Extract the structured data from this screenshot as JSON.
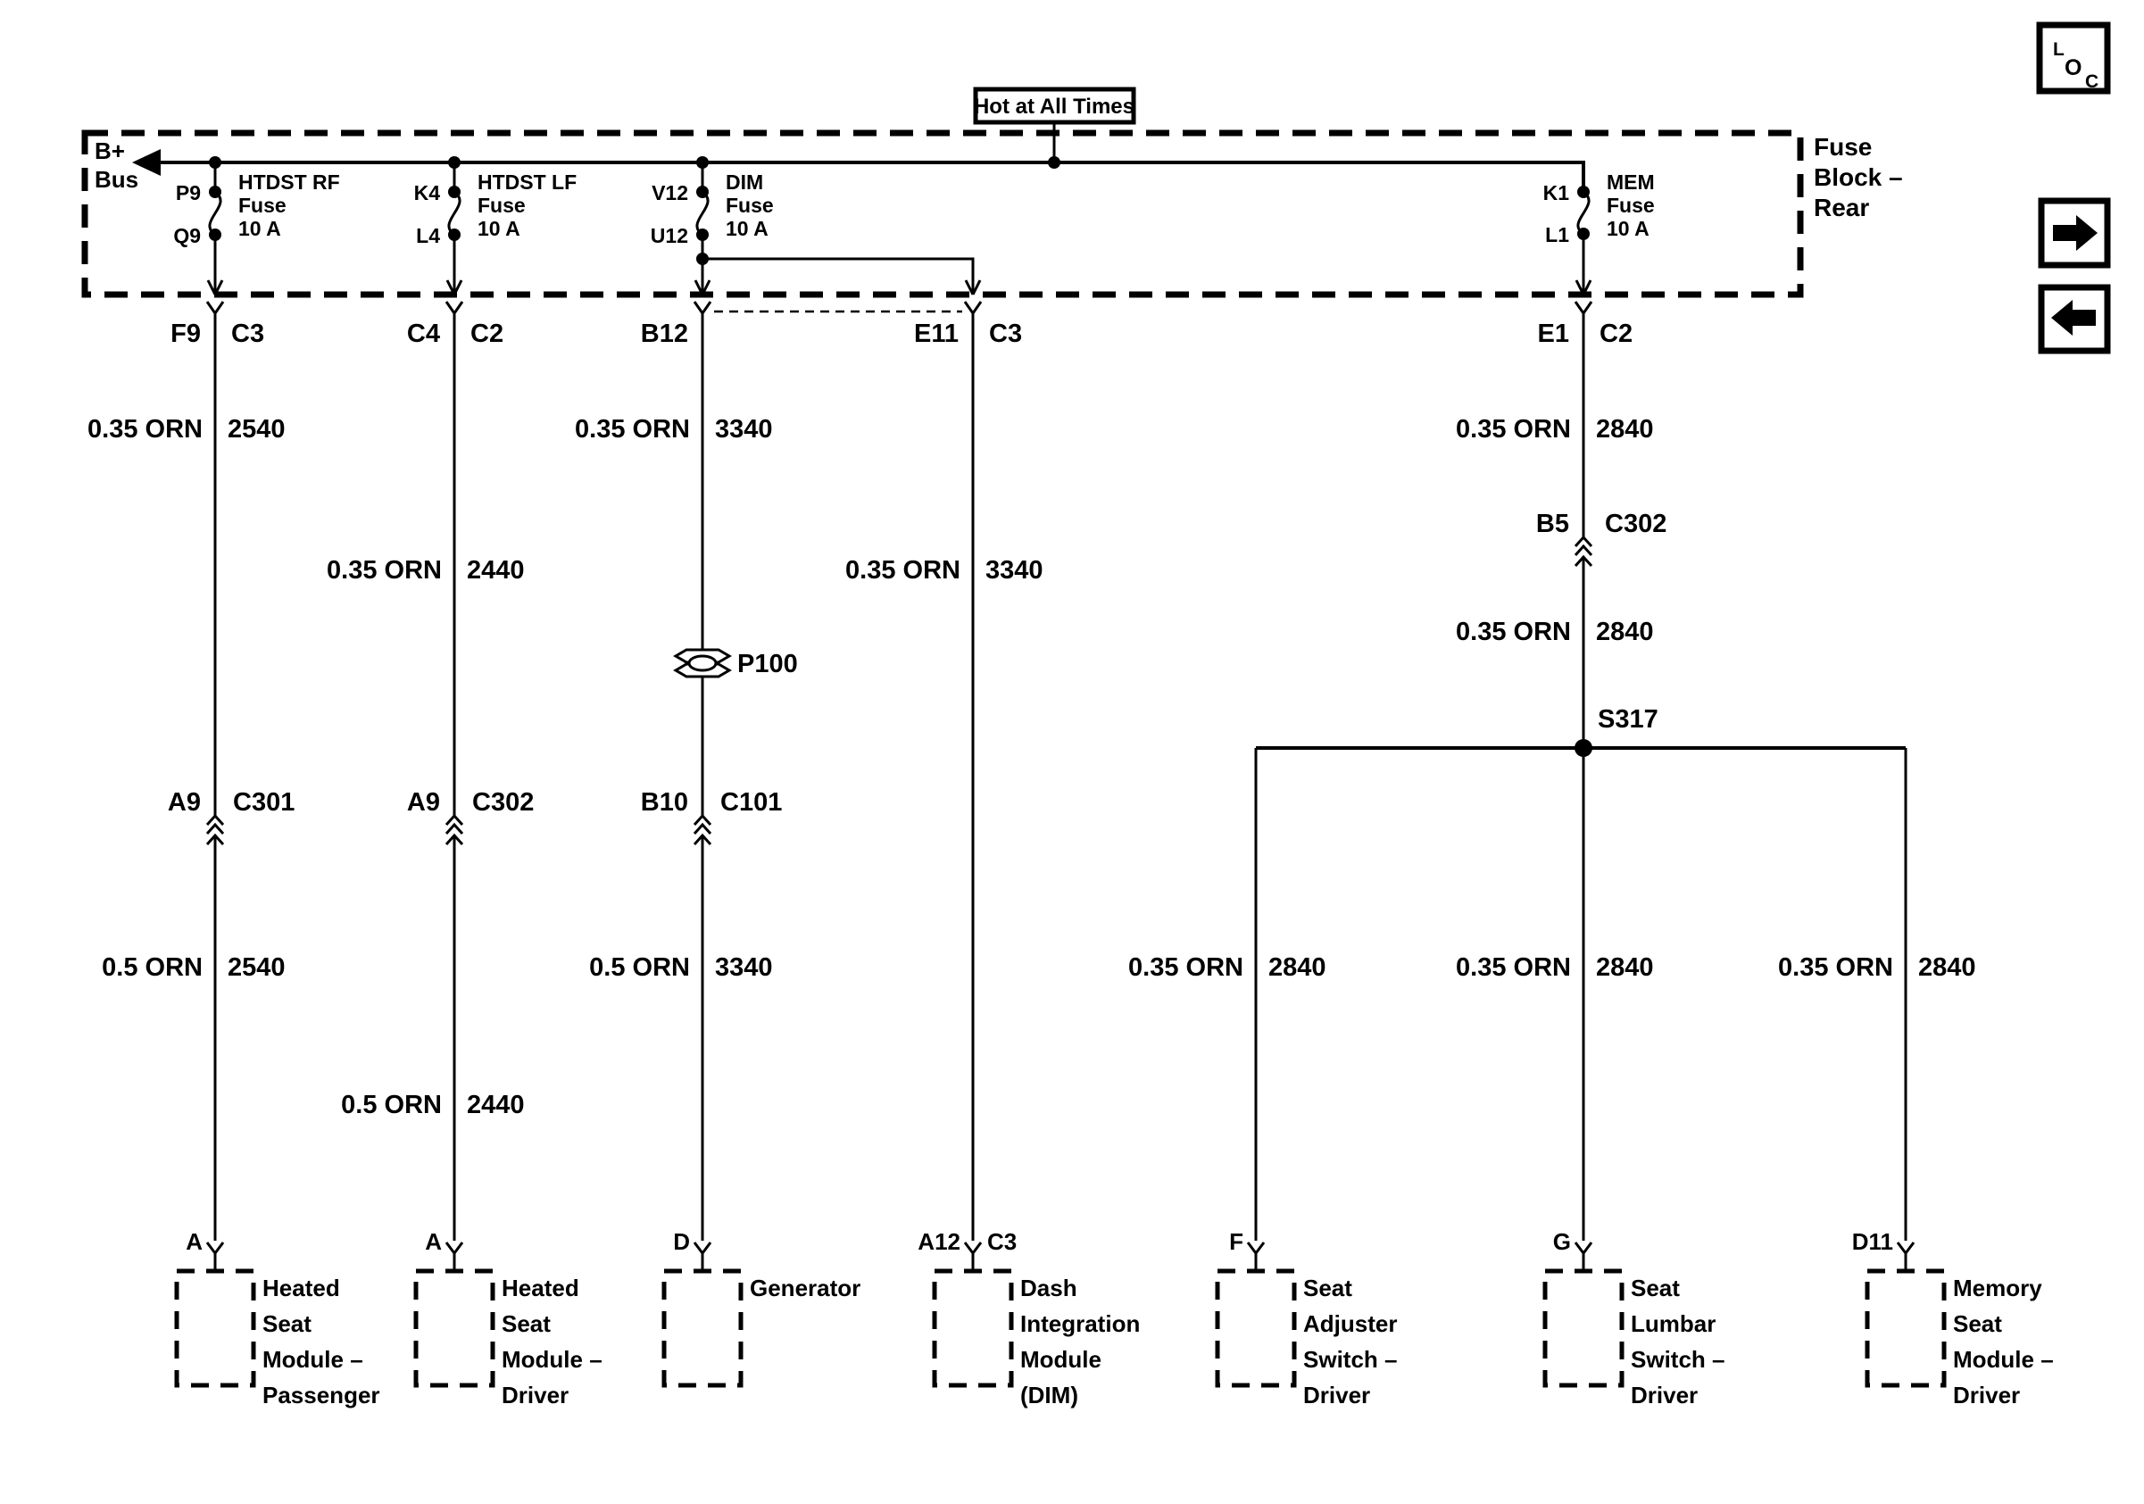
{
  "toolbar": {
    "loc_letters": [
      "L",
      "O",
      "C"
    ]
  },
  "power": {
    "hot_label": "Hot at All Times"
  },
  "fuse_block": {
    "name_lines": [
      "Fuse",
      "Block –",
      "Rear"
    ],
    "bus_lines": [
      "B+",
      "Bus"
    ],
    "fuses": [
      {
        "pin_top": "P9",
        "pin_bottom": "Q9",
        "name": "HTDST RF",
        "kind": "Fuse",
        "rating": "10 A"
      },
      {
        "pin_top": "K4",
        "pin_bottom": "L4",
        "name": "HTDST LF",
        "kind": "Fuse",
        "rating": "10 A"
      },
      {
        "pin_top": "V12",
        "pin_bottom": "U12",
        "name": "DIM",
        "kind": "Fuse",
        "rating": "10 A"
      },
      {
        "pin_top": "K1",
        "pin_bottom": "L1",
        "name": "MEM",
        "kind": "Fuse",
        "rating": "10 A"
      }
    ],
    "exit_connectors": [
      {
        "pin": "F9",
        "conn": "C3"
      },
      {
        "pin": "C4",
        "conn": "C2"
      },
      {
        "pin": "B12",
        "conn": ""
      },
      {
        "pin": "E11",
        "conn": "C3"
      },
      {
        "pin": "E1",
        "conn": "C2"
      }
    ]
  },
  "wire_labels": [
    {
      "gauge": "0.35 ORN",
      "circuit": "2540"
    },
    {
      "gauge": "0.35 ORN",
      "circuit": "2440"
    },
    {
      "gauge": "0.35 ORN",
      "circuit": "3340"
    },
    {
      "gauge": "0.35 ORN",
      "circuit": "3340"
    },
    {
      "gauge": "0.35 ORN",
      "circuit": "2840"
    },
    {
      "gauge": "0.35 ORN",
      "circuit": "2840"
    },
    {
      "gauge": "0.5 ORN",
      "circuit": "2540"
    },
    {
      "gauge": "0.5 ORN",
      "circuit": "2440"
    },
    {
      "gauge": "0.5 ORN",
      "circuit": "3340"
    },
    {
      "gauge": "0.35 ORN",
      "circuit": "2840"
    },
    {
      "gauge": "0.35 ORN",
      "circuit": "2840"
    },
    {
      "gauge": "0.35 ORN",
      "circuit": "2840"
    }
  ],
  "inline_connectors": [
    {
      "pin": "A9",
      "name": "C301"
    },
    {
      "pin": "A9",
      "name": "C302"
    },
    {
      "pin": "B10",
      "name": "C101"
    },
    {
      "pin": "B5",
      "name": "C302"
    }
  ],
  "splice": {
    "id": "S317"
  },
  "grommet": {
    "id": "P100"
  },
  "modules": [
    {
      "pin": "A",
      "conn": "",
      "lines": [
        "Heated",
        "Seat",
        "Module –",
        "Passenger"
      ]
    },
    {
      "pin": "A",
      "conn": "",
      "lines": [
        "Heated",
        "Seat",
        "Module –",
        "Driver"
      ]
    },
    {
      "pin": "D",
      "conn": "",
      "lines": [
        "Generator",
        "",
        "",
        ""
      ]
    },
    {
      "pin": "A12",
      "conn": "C3",
      "lines": [
        "Dash",
        "Integration",
        "Module",
        "(DIM)"
      ]
    },
    {
      "pin": "F",
      "conn": "",
      "lines": [
        "Seat",
        "Adjuster",
        "Switch –",
        "Driver"
      ]
    },
    {
      "pin": "G",
      "conn": "",
      "lines": [
        "Seat",
        "Lumbar",
        "Switch –",
        "Driver"
      ]
    },
    {
      "pin": "D11",
      "conn": "",
      "lines": [
        "Memory",
        "Seat",
        "Module –",
        "Driver"
      ]
    }
  ]
}
